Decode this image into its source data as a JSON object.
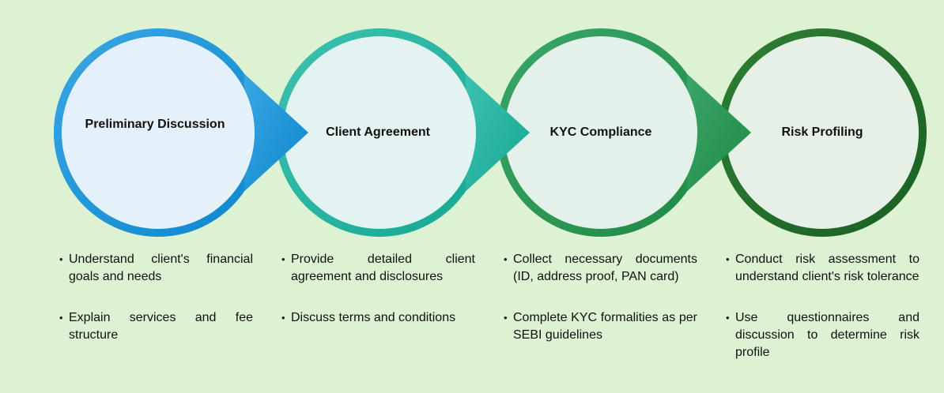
{
  "steps": [
    {
      "title": "Preliminary Discussion",
      "ring_color": "#1a93d6",
      "fill_color": "#e4f0fa",
      "bullets": [
        "Understand client's financial goals and needs",
        "Explain services and fee structure"
      ]
    },
    {
      "title": "Client Agreement",
      "ring_color": "#1fb8a4",
      "fill_color": "#e2f3f1",
      "bullets": [
        "Provide detailed client agreement and disclosures",
        "Discuss terms and conditions"
      ]
    },
    {
      "title": "KYC Compliance",
      "ring_color": "#259050",
      "fill_color": "#e4f1ea",
      "bullets": [
        "Collect necessary documents (ID, address proof, PAN card)",
        "Complete KYC formalities as per SEBI guidelines"
      ]
    },
    {
      "title": "Risk Profiling",
      "ring_color": "#1e6b28",
      "fill_color": "#e6f0e6",
      "bullets": [
        "Conduct risk assessment to understand client's risk tolerance",
        "Use questionnaires and discussion to determine risk profile"
      ]
    }
  ]
}
